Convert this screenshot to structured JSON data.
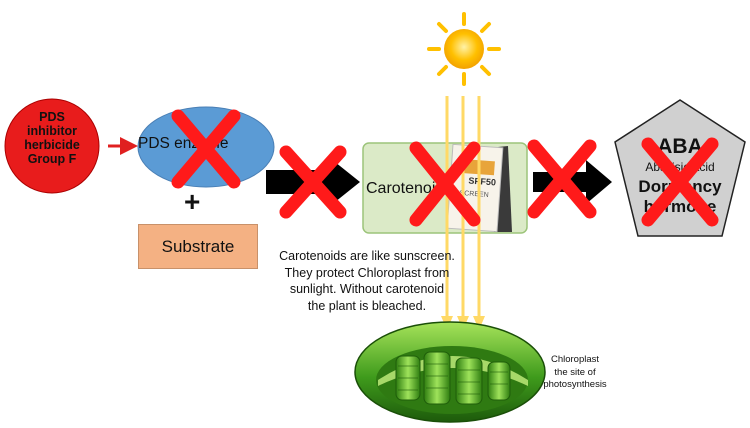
{
  "inhibitor": {
    "label": "PDS\ninhibitor\nherbicide\nGroup F",
    "color": "#e81c1c"
  },
  "enzyme": {
    "label": "PDS enzyme",
    "color": "#5b9bd5"
  },
  "plus_sign": "+",
  "substrate": {
    "label": "Substrate",
    "color": "#f4b183"
  },
  "carotenoids": {
    "label": "Carotenoids",
    "color": "#dbeac7"
  },
  "sunscreen": {
    "label": "SPF 50 SCREEN"
  },
  "aba": {
    "line1": "ABA",
    "line2": "Abscisic acid",
    "line3": "Dormancy",
    "line4": "hormone",
    "color": "#d0d0d0"
  },
  "description": "Carotenoids are like sunscreen.\nThey protect Chloroplast from\nsunlight. Without carotenoid\nthe plant is bleached.",
  "chloroplast_caption": "Chloroplast\nthe site of\nphotosynthesis",
  "colors": {
    "block_cross": "#ff1a1a",
    "arrow": "#000000",
    "small_arrow": "#e02020",
    "sun": "#ffc000",
    "sun_rays": "#ffd966"
  },
  "icons": [
    "sun-icon",
    "cross-icon",
    "arrow-icon",
    "sunscreen-icon",
    "chloroplast-icon"
  ]
}
